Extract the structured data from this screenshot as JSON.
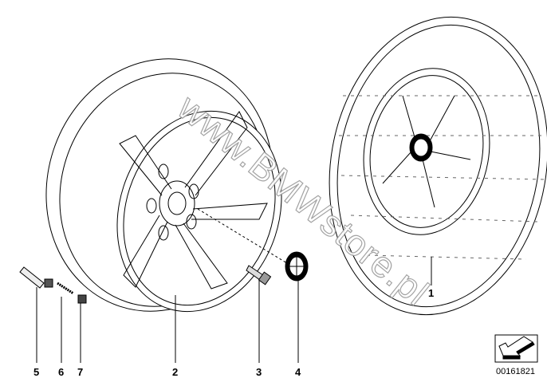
{
  "diagram": {
    "watermark": "www.BMWstore.pl",
    "part_number": "00161821",
    "callouts": [
      {
        "id": "1",
        "label": "1"
      },
      {
        "id": "2",
        "label": "2"
      },
      {
        "id": "3",
        "label": "3"
      },
      {
        "id": "4",
        "label": "4"
      },
      {
        "id": "5",
        "label": "5"
      },
      {
        "id": "6",
        "label": "6"
      },
      {
        "id": "7",
        "label": "7"
      }
    ],
    "parts": [
      "complete-wheel-with-tire",
      "light-alloy-rim",
      "wheel-bolt",
      "hub-cap",
      "valve",
      "valve-insert",
      "valve-cap"
    ]
  }
}
